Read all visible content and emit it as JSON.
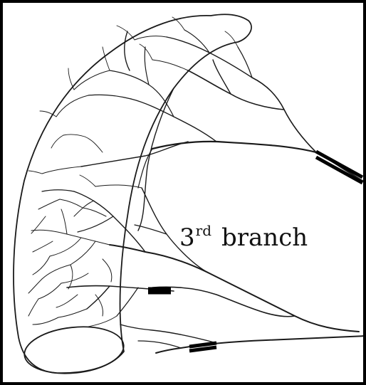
{
  "label": {
    "number": "3",
    "superscript": "rd",
    "word": "branch"
  },
  "colors": {
    "ink": "#1a1a1a",
    "background": "#ffffff",
    "frame": "#000000"
  }
}
